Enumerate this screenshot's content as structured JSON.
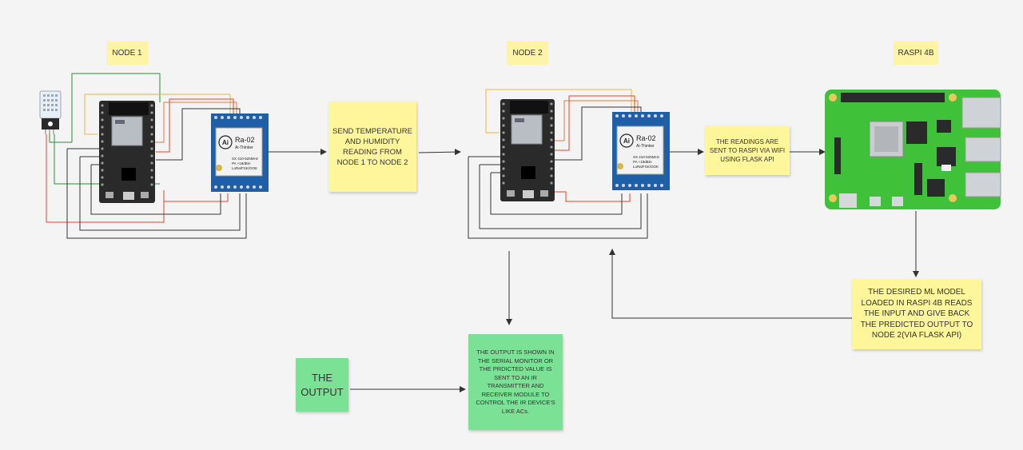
{
  "labels": {
    "node1": "NODE 1",
    "node2": "NODE 2",
    "raspi": "RASPI 4B"
  },
  "notes": {
    "send": "SEND TEMPERATURE AND HUMIDITY READING FROM NODE 1 TO NODE 2",
    "sent_to_raspi": "THE READINGS ARE SENT TO RASPI VIA WIFI USING FLASK API",
    "ml_model": "THE DESIRED ML MODEL LOADED IN RASPI 4B READS THE INPUT AND GIVE BACK THE PREDICTED OUTPUT TO NODE 2(VIA FLASK API)",
    "output_title": "THE OUTPUT",
    "output_desc": "THE OUTPUT IS SHOWN IN THE SERIAL MONITOR OR THE PRDICTED VALUE IS SENT TO AN IR TRANSMITTER AND RECEIVER MODULE TO CONTROL THE IR DEVICE'S LIKE ACs."
  },
  "modules": {
    "lora_name": "Ra-02",
    "lora_brand": "Ai-Thinker",
    "lora_spec1": "SX 410-525MHz",
    "lora_spec2": "PA +18dBm",
    "lora_spec3": "LoRa/FSK/OOK"
  },
  "colors": {
    "note_yellow": "#fff59a",
    "label_yellow": "#fdf4a6",
    "note_green": "#7be295",
    "esp_board": "#2a2a2a",
    "lora_board": "#1f5fa8",
    "pi_board": "#3fc23a",
    "wire_red": "#e0452d",
    "wire_green": "#2e8b3a",
    "wire_yellow": "#e6b93a",
    "wire_orange": "#e07a3a",
    "wire_dark": "#333333"
  }
}
